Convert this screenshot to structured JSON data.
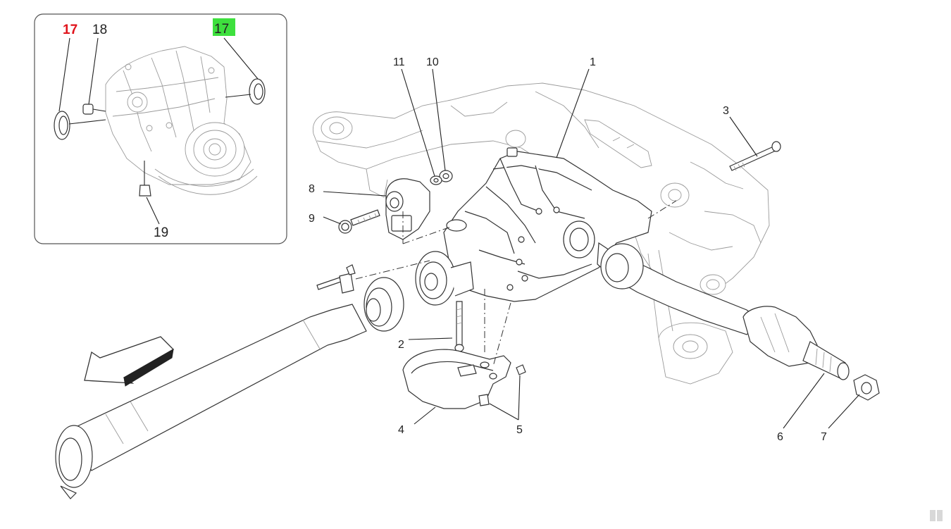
{
  "inset": {
    "labels": [
      {
        "id": "17",
        "text": "17",
        "style": "red"
      },
      {
        "id": "18",
        "text": "18",
        "style": "plain"
      },
      {
        "id": "17b",
        "text": "17",
        "style": "highlight"
      },
      {
        "id": "19",
        "text": "19",
        "style": "plain"
      }
    ]
  },
  "callouts": [
    "1",
    "2",
    "3",
    "4",
    "5",
    "6",
    "7",
    "8",
    "9",
    "10",
    "11"
  ],
  "colors": {
    "red_label": "#e0121a",
    "highlight": "#3ee03e",
    "line": "#333333",
    "faint": "#9a9a9a"
  },
  "icons": [
    "direction-arrow-icon"
  ]
}
